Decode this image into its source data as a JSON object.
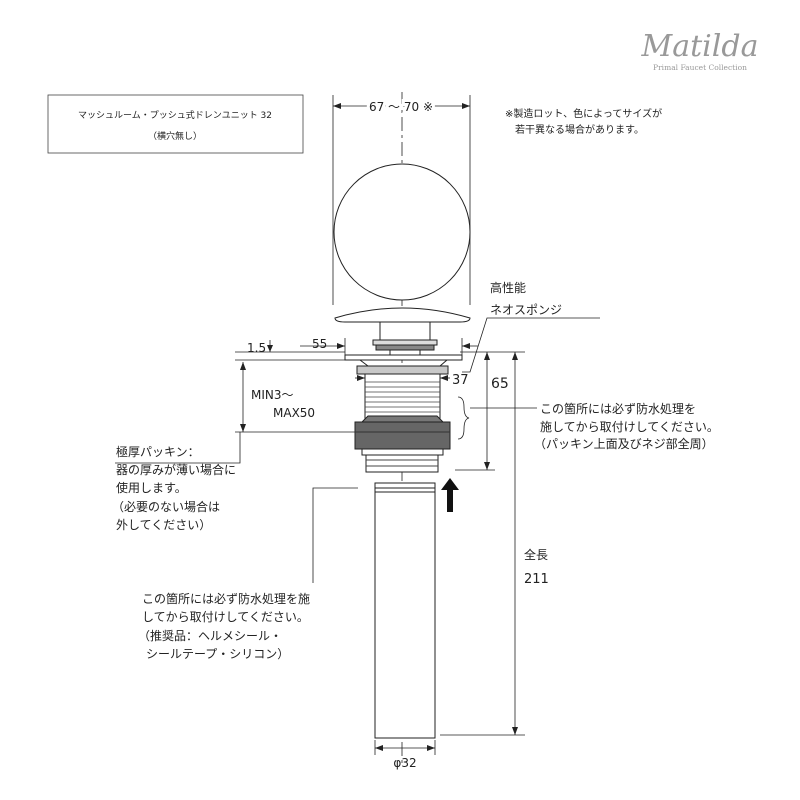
{
  "logo": {
    "name": "Matilda",
    "tagline": "Primal Faucet Collection"
  },
  "title_box": {
    "line1": "マッシュルーム・プッシュ式ドレンユニット 32",
    "line2": "（横穴無し）"
  },
  "dimensions": {
    "cap_diameter": "67 〜 70 ※",
    "flange_thickness": "1.5",
    "flange_diameter": "55",
    "body_diameter": "37",
    "height_65": "65",
    "counter_range_1": "MIN3〜",
    "counter_range_2": "MAX50",
    "total_length_label": "全長",
    "total_length": "211",
    "pipe_diameter": "φ32"
  },
  "notes": {
    "size_note": [
      "※製造ロット、色によってサイズが",
      "　若干異なる場合があります。"
    ],
    "sponge": [
      "高性能",
      "ネオスポンジ"
    ],
    "waterproof_upper": [
      "この箇所には必ず防水処理を",
      "施してから取付けしてください。",
      "（パッキン上面及びネジ部全周）"
    ],
    "packing": [
      "極厚パッキン：",
      "器の厚みが薄い場合に",
      "使用します。",
      "（必要のない場合は",
      "外してください）"
    ],
    "waterproof_lower": [
      "この箇所には必ず防水処理を施",
      "してから取付けしてください。",
      "（推奨品：ヘルメシール・",
      "シールテープ・シリコン）"
    ]
  }
}
